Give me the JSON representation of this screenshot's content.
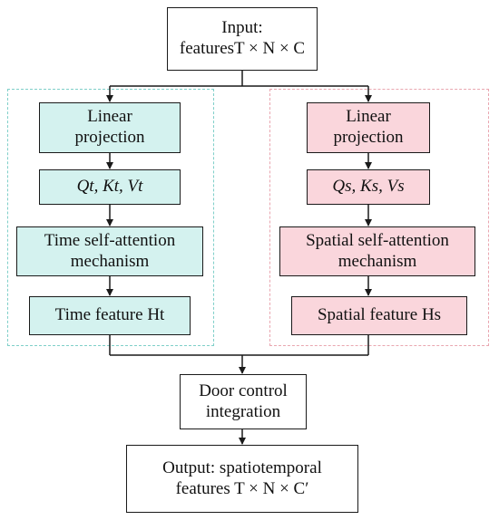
{
  "input_box": {
    "line1": "Input:",
    "line2": "featuresT × N × C"
  },
  "time_branch": {
    "linear_line1": "Linear",
    "linear_line2": "projection",
    "qkv": "Qt, Kt, Vt",
    "attn_line1": "Time self-attention",
    "attn_line2": "mechanism",
    "feature": "Time feature Ht"
  },
  "spatial_branch": {
    "linear_line1": "Linear",
    "linear_line2": "projection",
    "qkv": "Qs, Ks, Vs",
    "attn_line1": "Spatial self-attention",
    "attn_line2": "mechanism",
    "feature": "Spatial feature Hs"
  },
  "gate_box": {
    "line1": "Door control",
    "line2": "integration"
  },
  "output_box": {
    "line1": "Output: spatiotemporal",
    "line2": "features T × N × C′"
  },
  "colors": {
    "time_fill": "#d4f2ef",
    "spatial_fill": "#fad6dc",
    "time_dash": "#7fcfc9",
    "spatial_dash": "#e9a6b0"
  }
}
